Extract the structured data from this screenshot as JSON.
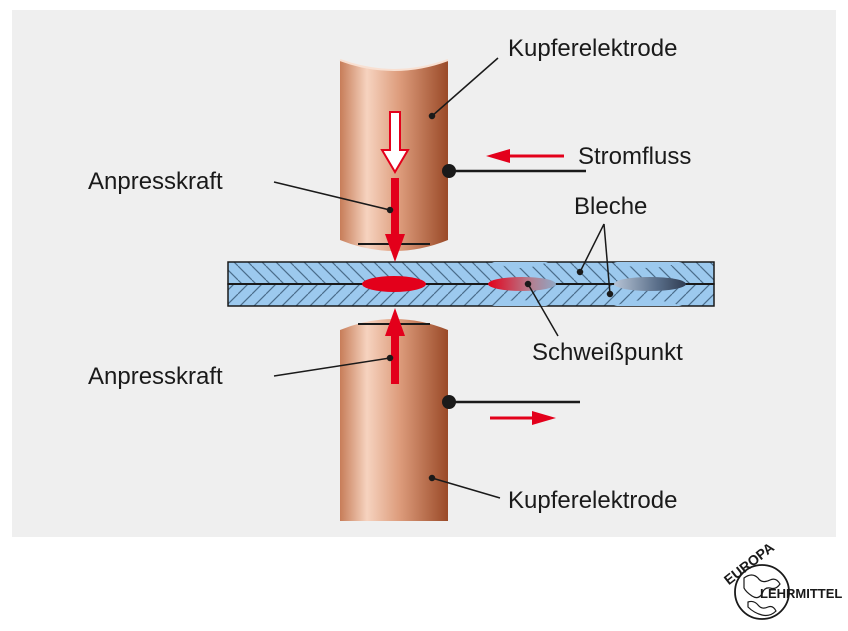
{
  "labels": {
    "top_electrode": "Kupferelektrode",
    "bottom_electrode": "Kupferelektrode",
    "current_flow": "Stromfluss",
    "sheets": "Bleche",
    "force_top": "Anpresskraft",
    "force_bottom": "Anpresskraft",
    "weld_spot": "Schweißpunkt"
  },
  "logo": {
    "top_text": "EUROPA",
    "bottom_text": "LEHRMITTEL"
  },
  "colors": {
    "background": "#efefef",
    "copper_dark": "#a4532f",
    "copper_light": "#f4c8b0",
    "sheet_blue": "#9cc9ee",
    "arrow_red": "#e3001b",
    "line": "#1a1a1a"
  }
}
